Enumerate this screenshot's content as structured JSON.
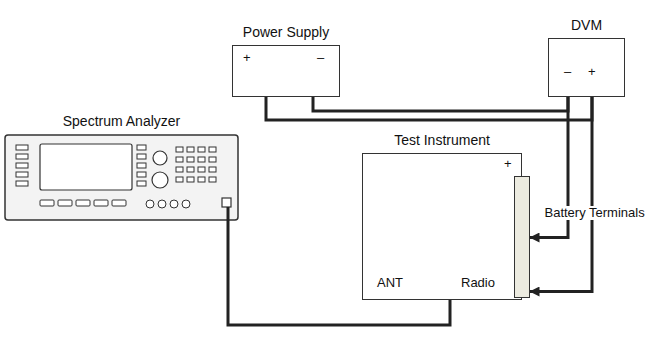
{
  "diagram": {
    "nodes": [
      {
        "text": [
          "Power Supply",
          "+",
          "–"
        ]
      },
      {
        "text": [
          "DVM",
          "–",
          "+"
        ]
      },
      {
        "text": [
          "Spectrum Analyzer"
        ]
      },
      {
        "text": [
          "Test Instrument"
        ]
      },
      {
        "text": [
          "Battery Terminals"
        ],
        "in": 3
      }
    ],
    "edges": [
      {
        "from": 0,
        "to": 1,
        "arrow": "none"
      },
      {
        "from": 0,
        "to": 1,
        "arrow": "none"
      },
      {
        "from": 1,
        "to": 4,
        "arrow": "to"
      },
      {
        "from": 1,
        "to": 4,
        "arrow": "to"
      },
      {
        "from": 2,
        "to": 3,
        "arrow": "none"
      }
    ],
    "labels": [
      "+",
      "ANT",
      "Radio"
    ]
  }
}
